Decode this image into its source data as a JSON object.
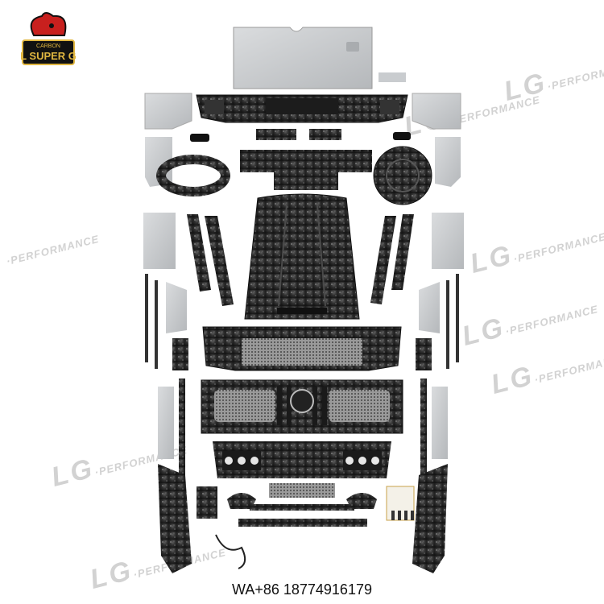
{
  "brand": {
    "logo_top": "CARBON",
    "logo_main": "L SUPER G"
  },
  "watermarks": [
    {
      "big": "LG",
      "small": "·PERFORMANCE"
    },
    {
      "big": "LG",
      "small": "·PERFORMANCE"
    },
    {
      "big": "",
      "small": "·PERFORMANCE"
    },
    {
      "big": "LG",
      "small": "·PERFORMANCE"
    },
    {
      "big": "LG",
      "small": "·PERFORMANCE"
    },
    {
      "big": "LG",
      "small": "·PERFORMANCE"
    },
    {
      "big": "LG",
      "small": "·PERFORMANCE"
    },
    {
      "big": "LG",
      "small": "·PERFORMANCE"
    }
  ],
  "contact": "WA+86 18774916179",
  "colors": {
    "carbon": "#2b2b2b",
    "carbon_light": "#5a5a5a",
    "grey_panel": "#c9cccf",
    "logo_red": "#c8201e",
    "logo_gold": "#e0b640"
  }
}
